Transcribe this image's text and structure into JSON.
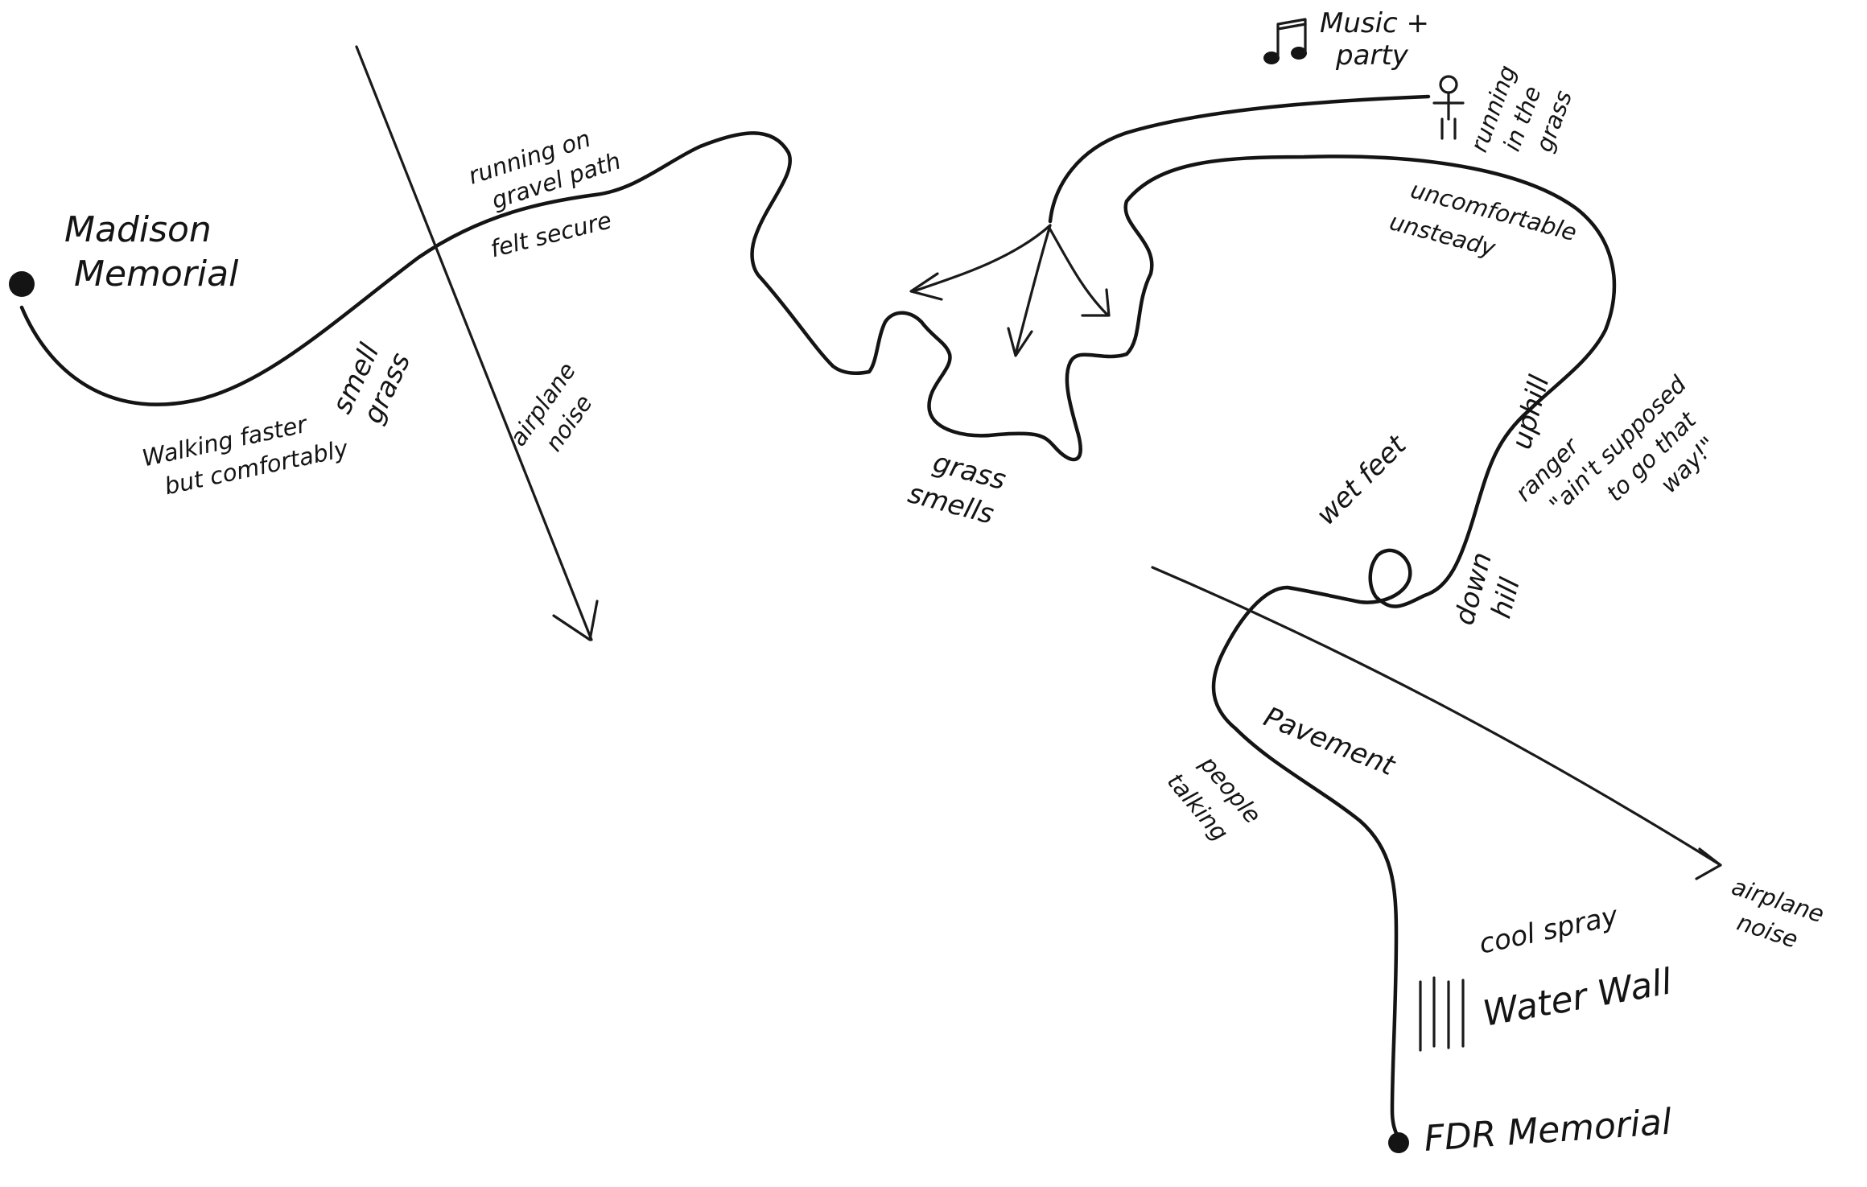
{
  "labels": {
    "start": [
      "Madison",
      "Memorial"
    ],
    "end": "FDR Memorial",
    "walking": [
      "Walking faster",
      "but comfortably"
    ],
    "smell_grass": [
      "smell",
      "grass"
    ],
    "running_gravel": [
      "running on",
      "gravel path"
    ],
    "felt_secure": "felt secure",
    "airplane_noise_1": [
      "airplane",
      "noise"
    ],
    "grass_smells": [
      "grass",
      "smells"
    ],
    "music": [
      "Music +",
      "party"
    ],
    "running_grass": [
      "running",
      "in the",
      "grass"
    ],
    "uncomfortable": [
      "uncomfortable",
      "unsteady"
    ],
    "uphill": "uphill",
    "ranger": [
      "ranger",
      "\"ain't supposed",
      "to go that",
      "way!\""
    ],
    "wet_feet": "wet feet",
    "down_hill": [
      "down",
      "hill"
    ],
    "pavement": "Pavement",
    "people_talking": [
      "people",
      "talking"
    ],
    "airplane_noise_2": [
      "airplane",
      "noise"
    ],
    "cool_spray": "cool spray",
    "water_wall": "Water Wall"
  },
  "icons": {
    "music": "music-note-icon",
    "runner": "stick-figure-icon",
    "water": "water-wall-icon"
  },
  "colors": {
    "ink": "#141414",
    "paper": "#ffffff"
  }
}
